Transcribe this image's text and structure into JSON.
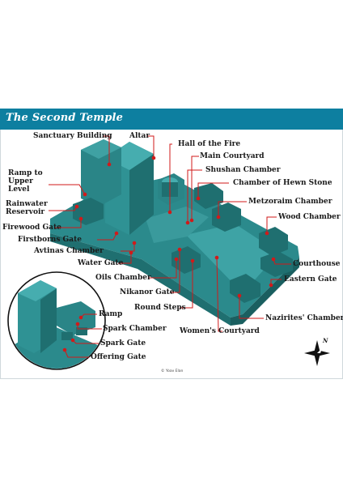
{
  "title": "The Second Temple",
  "copyright": "© Yoav Elan",
  "compass_letter": "N",
  "colors": {
    "title_bar": "#0d7fa0",
    "model": "#2b8a8c",
    "model_dark": "#1f6f70",
    "model_light": "#3ea3a5",
    "marker": "#d11a1a"
  },
  "labels": {
    "sanctuary_building": "Sanctuary Building",
    "altar": "Altar",
    "hall_of_the_fire": "Hall of the Fire",
    "main_courtyard": "Main Courtyard",
    "ramp_to_upper_level": "Ramp to Upper Level",
    "shushan_chamber": "Shushan Chamber",
    "chamber_of_hewn_stone": "Chamber of Hewn Stone",
    "rainwater_reservoir": "Rainwater Reservoir",
    "metzoraim_chamber": "Metzoraim Chamber",
    "firewood_gate": "Firewood Gate",
    "wood_chamber": "Wood Chamber",
    "firstborns_gate": "Firstborns Gate",
    "avtinas_chamber": "Avtinas Chamber",
    "water_gate": "Water Gate",
    "courthouse": "Courthouse",
    "oils_chamber": "Oils Chamber",
    "eastern_gate": "Eastern Gate",
    "nikanor_gate": "Nikanor Gate",
    "ramp": "Ramp",
    "round_steps": "Round Steps",
    "nazirites_chamber": "Nazirites' Chamber",
    "spark_chamber": "Spark Chamber",
    "womens_courtyard": "Women's Courtyard",
    "spark_gate": "Spark Gate",
    "offering_gate": "Offering Gate"
  }
}
